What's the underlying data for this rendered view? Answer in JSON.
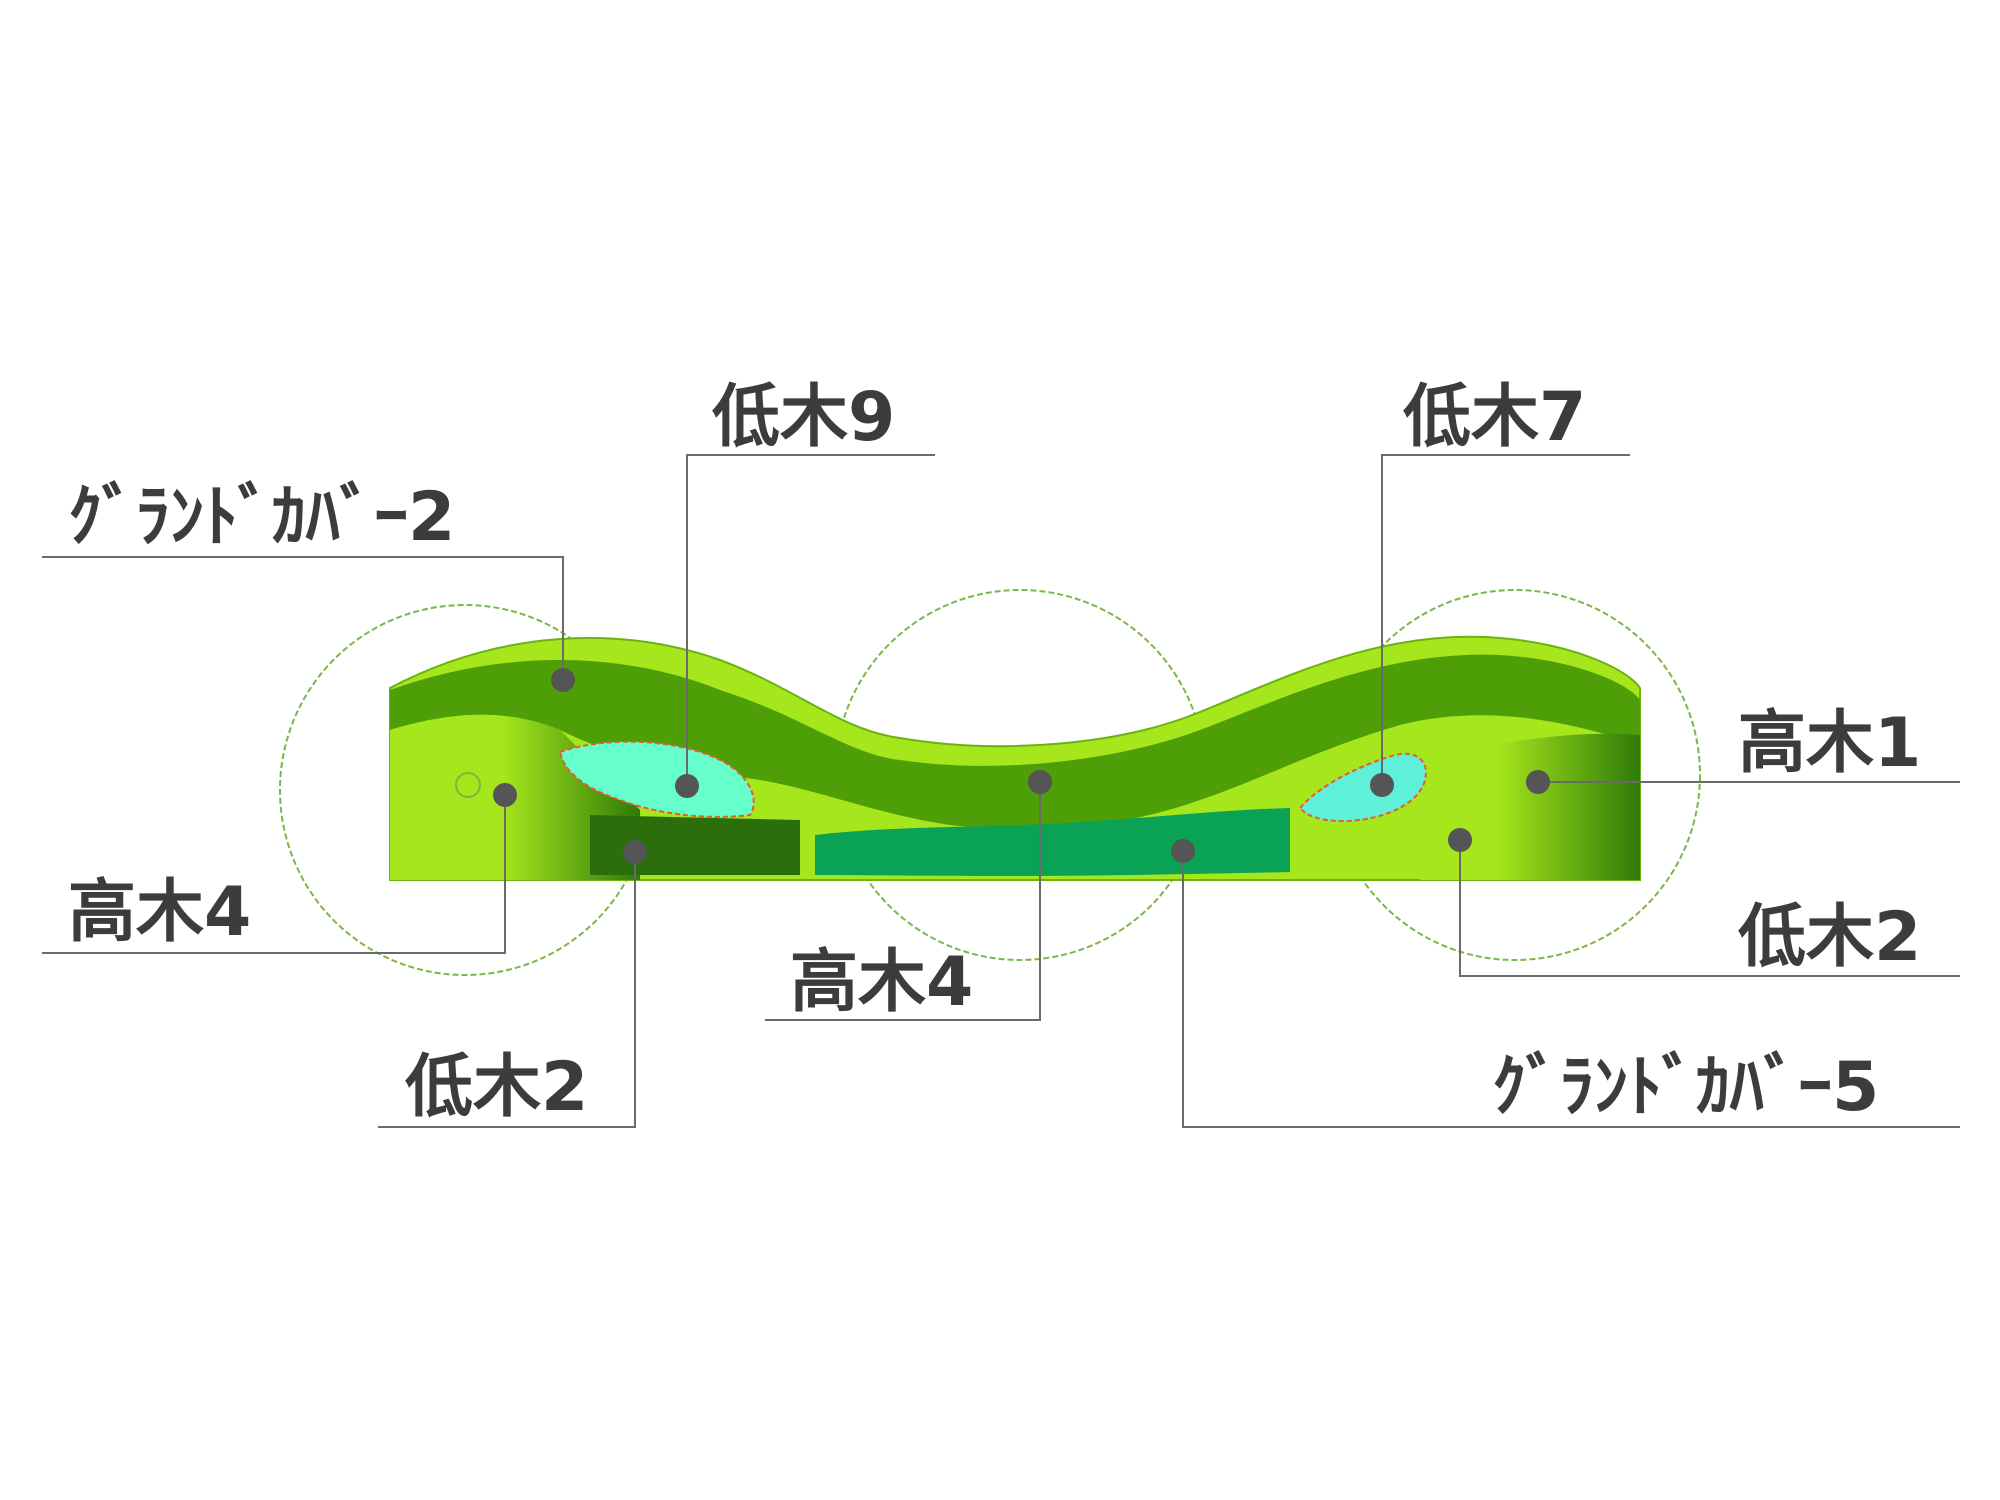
{
  "colors": {
    "lawn": "#a6e61c",
    "ground_cover_2": "#4e9e08",
    "shrub_band_light": "#8ed21a",
    "shrub_dark": "#2d6e0c",
    "ground_cover_5": "#0aa356",
    "shrub_9": "#66ffcc",
    "shrub_7": "#5ef0d8",
    "tree_outline": "#7ab648",
    "leader_line": "#6a6a6a",
    "marker": "#555555",
    "label_text": "#3c3c3c"
  },
  "labels": {
    "ground_cover_2": "ｸﾞﾗﾝﾄﾞｶﾊﾞｰ2",
    "shrub_9": "低木9",
    "shrub_7": "低木7",
    "tree_1": "高木1",
    "tree_4_left": "高木4",
    "shrub_2_right": "低木2",
    "tree_4_center": "高木4",
    "shrub_2_left": "低木2",
    "ground_cover_5": "ｸﾞﾗﾝﾄﾞｶﾊﾞｰ5"
  }
}
